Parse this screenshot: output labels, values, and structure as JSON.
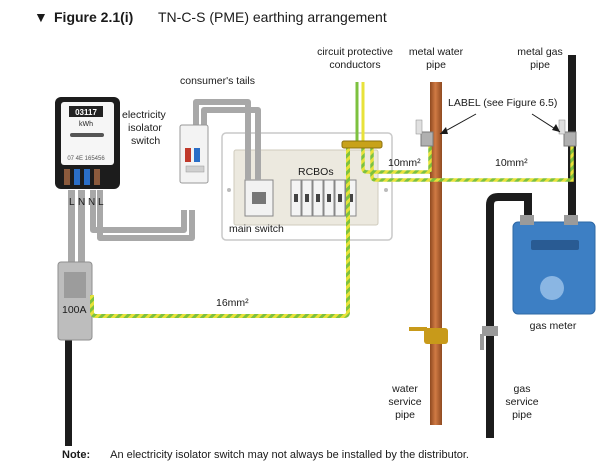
{
  "figure": {
    "title_marker": "▼",
    "title_bold": "Figure 2.1(i)",
    "title_rest": "TN-C-S (PME) earthing arrangement"
  },
  "labels": {
    "consumers_tails": "consumer's tails",
    "isolator_1": "electricity",
    "isolator_2": "isolator",
    "isolator_3": "switch",
    "rcbos": "RCBOs",
    "main_switch": "main switch",
    "cpc_1": "circuit protective",
    "cpc_2": "conductors",
    "water_pipe_1": "metal water",
    "water_pipe_2": "pipe",
    "gas_pipe_1": "metal gas",
    "gas_pipe_2": "pipe",
    "label_ref": "LABEL (see Figure 6.5)",
    "size_10_a": "10mm²",
    "size_10_b": "10mm²",
    "size_16": "16mm²",
    "cutout": "100A",
    "gas_meter": "gas meter",
    "water_service_1": "water",
    "water_service_2": "service",
    "water_service_3": "pipe",
    "gas_service_1": "gas",
    "gas_service_2": "service",
    "gas_service_3": "pipe",
    "term_l1": "L",
    "term_n1": "N",
    "term_n2": "N",
    "term_l2": "L"
  },
  "meter": {
    "reading": "03117",
    "unit": "kWh",
    "serial": "07 4E 165456"
  },
  "note": {
    "label": "Note:",
    "text": "An electricity isolator switch may not always be installed by the distributor."
  },
  "colors": {
    "earth_green": "#7dc13f",
    "earth_yellow": "#e8e23a",
    "copper_pipe": "#b8622e",
    "cable_grey": "#a8a8a8",
    "gas_meter_blue": "#3d7fc4",
    "meter_black": "#1c1c1c"
  }
}
